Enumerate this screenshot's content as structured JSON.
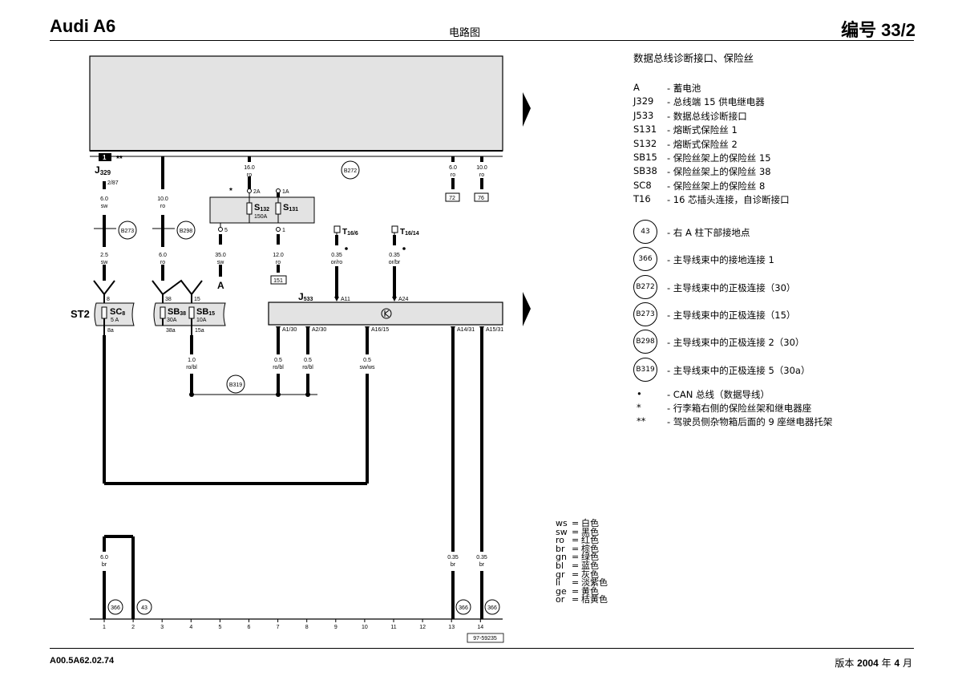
{
  "header": {
    "brand": "Audi A6",
    "center": "电路图",
    "number": "编号 33/2"
  },
  "footer": {
    "code": "A00.5A62.02.74",
    "version_prefix": "版本 ",
    "version_year": "2004",
    "version_mid": " 年 ",
    "version_month": "4",
    "version_suffix": " 月"
  },
  "legend": {
    "title": "数据总线诊断接口、保险丝",
    "items": [
      {
        "code": "A",
        "desc": "- 蓄电池"
      },
      {
        "code": "J329",
        "desc": "- 总线端 15 供电继电器"
      },
      {
        "code": "J533",
        "desc": "- 数据总线诊断接口"
      },
      {
        "code": "S131",
        "desc": "- 熔断式保险丝 1"
      },
      {
        "code": "S132",
        "desc": "- 熔断式保险丝 2"
      },
      {
        "code": "SB15",
        "desc": "- 保险丝架上的保险丝 15"
      },
      {
        "code": "SB38",
        "desc": "- 保险丝架上的保险丝 38"
      },
      {
        "code": "SC8",
        "desc": "- 保险丝架上的保险丝 8"
      },
      {
        "code": "T16",
        "desc": "- 16 芯插头连接，自诊断接口"
      }
    ],
    "points": [
      {
        "code": "43",
        "desc": "- 右 A 柱下部接地点"
      },
      {
        "code": "366",
        "desc": "- 主导线束中的接地连接 1"
      },
      {
        "code": "B272",
        "desc": "- 主导线束中的正极连接（30）"
      },
      {
        "code": "B273",
        "desc": "- 主导线束中的正极连接（15）"
      },
      {
        "code": "B298",
        "desc": "- 主导线束中的正极连接 2（30）"
      },
      {
        "code": "B319",
        "desc": "- 主导线束中的正极连接 5（30a）"
      }
    ],
    "notes": [
      {
        "code": "•",
        "desc": "- CAN 总线（数据导线）"
      },
      {
        "code": "*",
        "desc": "- 行李箱右侧的保险丝架和继电器座"
      },
      {
        "code": "**",
        "desc": "- 驾驶员侧杂物箱后面的 9 座继电器托架"
      }
    ]
  },
  "colors": [
    {
      "code": "ws",
      "name": "白色"
    },
    {
      "code": "sw",
      "name": "黑色"
    },
    {
      "code": "ro",
      "name": "红色"
    },
    {
      "code": "br",
      "name": "棕色"
    },
    {
      "code": "gn",
      "name": "绿色"
    },
    {
      "code": "bl",
      "name": "蓝色"
    },
    {
      "code": "gr",
      "name": "灰色"
    },
    {
      "code": "li",
      "name": "淡紫色"
    },
    {
      "code": "ge",
      "name": "黄色"
    },
    {
      "code": "or",
      "name": "桔黄色"
    }
  ],
  "diagram": {
    "relay_box_num": "1",
    "relay_box_mark": "**",
    "j329": {
      "name": "J",
      "sub": "329",
      "pin": "2/87"
    },
    "wires": [
      {
        "id": "w1a",
        "size": "6.0",
        "color": "sw"
      },
      {
        "id": "w1b",
        "size": "2.5",
        "color": "sw"
      },
      {
        "id": "w2a",
        "size": "10.0",
        "color": "ro"
      },
      {
        "id": "w2b",
        "size": "6.0",
        "color": "ro"
      },
      {
        "id": "w3",
        "size": "16.0",
        "color": "ro"
      },
      {
        "id": "w4",
        "size": "35.0",
        "color": "sw"
      },
      {
        "id": "w5",
        "size": "12.0",
        "color": "ro"
      },
      {
        "id": "w6",
        "size": "0.35",
        "color": "or/ro"
      },
      {
        "id": "w7",
        "size": "0.35",
        "color": "or/br"
      },
      {
        "id": "w8",
        "size": "6.0",
        "color": "ro"
      },
      {
        "id": "w9",
        "size": "10.0",
        "color": "ro"
      },
      {
        "id": "w10",
        "size": "1.0",
        "color": "ro/bl"
      },
      {
        "id": "w11",
        "size": "0.5",
        "color": "ro/bl"
      },
      {
        "id": "w12",
        "size": "0.5",
        "color": "ro/bl"
      },
      {
        "id": "w13",
        "size": "0.5",
        "color": "sw/ws"
      },
      {
        "id": "w14",
        "size": "6.0",
        "color": "br"
      },
      {
        "id": "w15",
        "size": "0.35",
        "color": "br"
      },
      {
        "id": "w16",
        "size": "0.35",
        "color": "br"
      }
    ],
    "fuse_s132": {
      "name": "S",
      "sub": "132",
      "rating": "150A",
      "pin_top": "2A",
      "pin_bottom": "5",
      "star": "*"
    },
    "fuse_s131": {
      "name": "S",
      "sub": "131",
      "pin_top": "1A",
      "pin_bottom": "1"
    },
    "battery_label": "A",
    "ref_72": "72",
    "ref_76": "76",
    "ref_151": "151",
    "t16_6": {
      "name": "T",
      "sub": "16/6"
    },
    "t16_14": {
      "name": "T",
      "sub": "16/14"
    },
    "j533": {
      "name": "J",
      "sub": "533",
      "pins_top": [
        "A11",
        "A24"
      ],
      "pins_bottom": [
        "A1/30",
        "A2/30",
        "A16/15",
        "A14/31",
        "A15/31"
      ]
    },
    "st2": "ST2",
    "sc8": {
      "name": "SC",
      "sub": "8",
      "rating": "5 A",
      "pin_top": "8",
      "pin_bottom": "8a"
    },
    "sb38": {
      "name": "SB",
      "sub": "38",
      "rating": "30A",
      "pin_top": "38",
      "pin_bottom": "38a"
    },
    "sb15": {
      "name": "SB",
      "sub": "15",
      "rating": "10A",
      "pin_top": "15",
      "pin_bottom": "15a"
    },
    "circles": {
      "b272": "B272",
      "b273": "B273",
      "b298": "B298",
      "b319": "B319",
      "g366a": "366",
      "g43": "43",
      "g366b": "366",
      "g366c": "366"
    },
    "grid_numbers": [
      "1",
      "2",
      "3",
      "4",
      "5",
      "6",
      "7",
      "8",
      "9",
      "10",
      "11",
      "12",
      "13",
      "14"
    ],
    "ref_code": "97-59235"
  }
}
